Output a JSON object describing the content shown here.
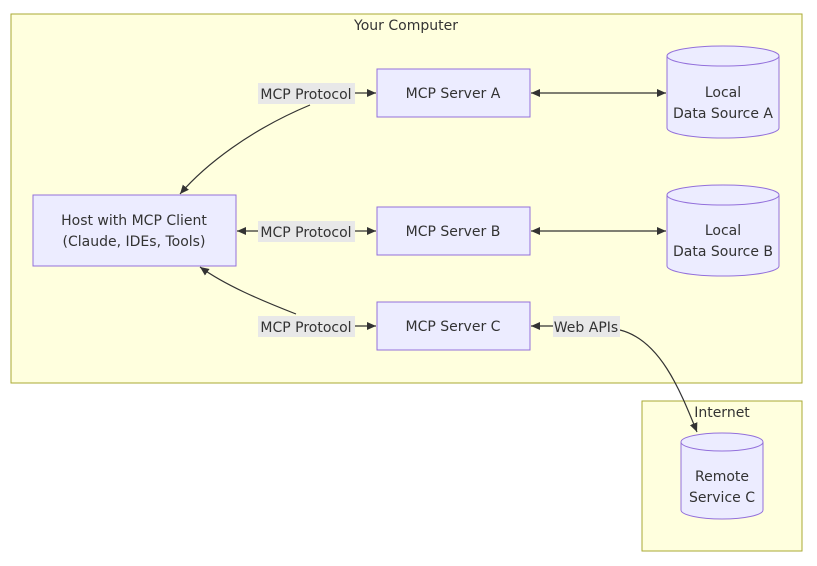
{
  "clusters": {
    "computer": {
      "title": "Your Computer"
    },
    "internet": {
      "title": "Internet"
    }
  },
  "nodes": {
    "host": {
      "line1": "Host with MCP Client",
      "line2": "(Claude, IDEs, Tools)"
    },
    "server_a": {
      "label": "MCP Server A"
    },
    "server_b": {
      "label": "MCP Server B"
    },
    "server_c": {
      "label": "MCP Server C"
    },
    "source_a": {
      "line1": "Local",
      "line2": "Data Source A"
    },
    "source_b": {
      "line1": "Local",
      "line2": "Data Source B"
    },
    "remote_c": {
      "line1": "Remote",
      "line2": "Service C"
    }
  },
  "edges": {
    "host_a": {
      "label": "MCP Protocol"
    },
    "host_b": {
      "label": "MCP Protocol"
    },
    "host_c": {
      "label": "MCP Protocol"
    },
    "c_remote": {
      "label": "Web APIs"
    }
  },
  "colors": {
    "cluster_fill": "#ffffde",
    "cluster_stroke": "#aaaa33",
    "node_fill": "#ececff",
    "node_stroke": "#9370db",
    "edge": "#333333",
    "edge_label_bg": "#e8e8e8"
  }
}
